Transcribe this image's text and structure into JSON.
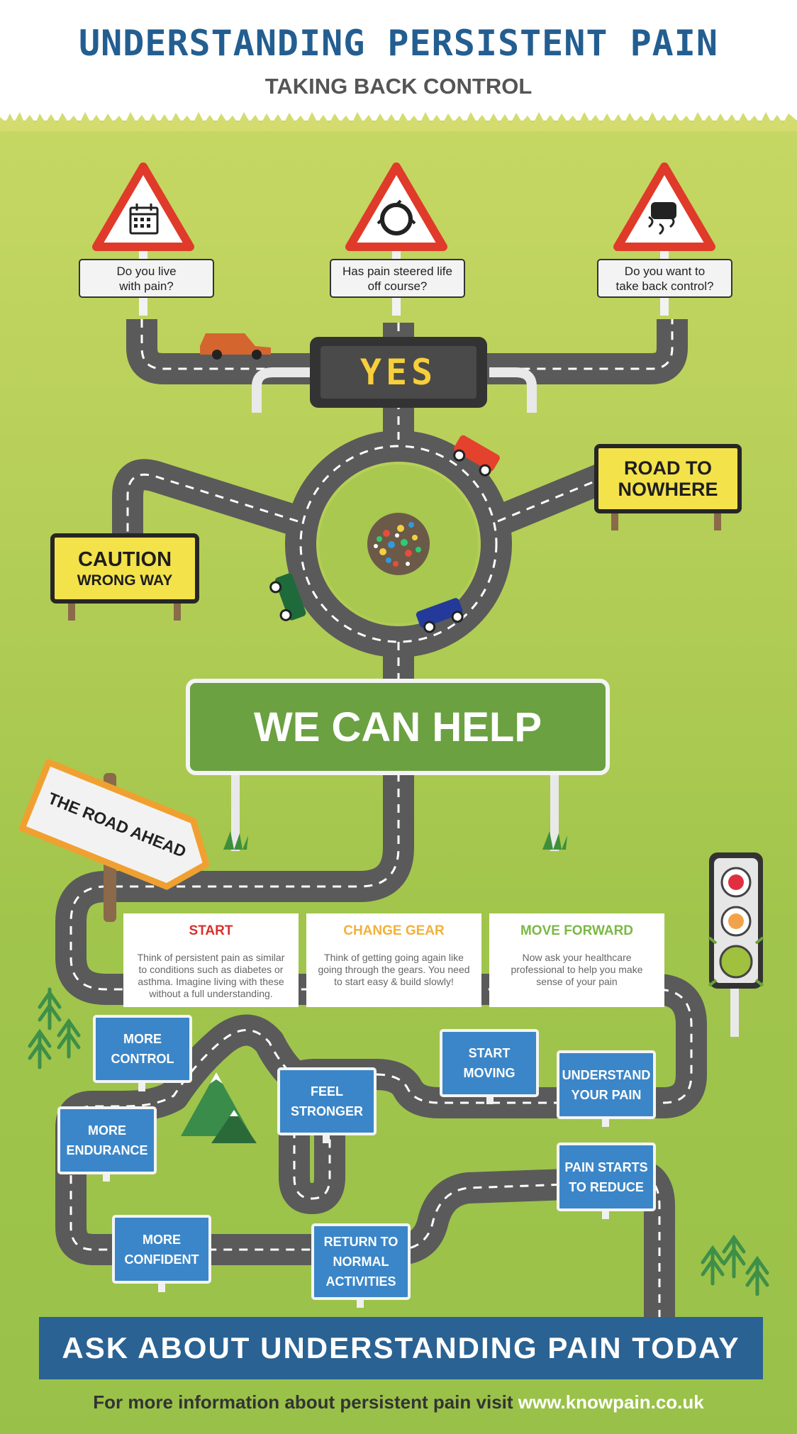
{
  "header": {
    "title": "UNDERSTANDING PERSISTENT PAIN",
    "subtitle": "TAKING BACK CONTROL"
  },
  "warning_signs": [
    {
      "icon": "calendar-icon",
      "line1": "Do you live",
      "line2": "with pain?"
    },
    {
      "icon": "roundabout-icon",
      "line1": "Has pain steered life",
      "line2": "off course?"
    },
    {
      "icon": "slippery-road-icon",
      "line1": "Do you want to",
      "line2": "take back control?"
    }
  ],
  "yes_board": "YES",
  "road_to_nowhere": {
    "line1": "ROAD TO",
    "line2": "NOWHERE"
  },
  "caution": {
    "line1": "CAUTION",
    "line2": "WRONG WAY"
  },
  "help_sign": "WE CAN HELP",
  "road_ahead": "THE ROAD AHEAD",
  "cards": [
    {
      "title": "START",
      "color": "#d9302b",
      "text": "Think of persistent pain as similar to conditions such as diabetes or asthma. Imagine living with these without a full understanding."
    },
    {
      "title": "CHANGE GEAR",
      "color": "#f2b13a",
      "text": "Think of getting going again like going through the gears. You need to start easy & build slowly!"
    },
    {
      "title": "MOVE FORWARD",
      "color": "#7ab944",
      "text": "Now ask your healthcare professional to help you make sense of your pain"
    }
  ],
  "steps": {
    "understand": {
      "line1": "UNDERSTAND",
      "line2": "YOUR PAIN"
    },
    "start_moving": {
      "line1": "START",
      "line2": "MOVING"
    },
    "feel_stronger": {
      "line1": "FEEL",
      "line2": "STRONGER"
    },
    "more_control": {
      "line1": "MORE",
      "line2": "CONTROL"
    },
    "more_endurance": {
      "line1": "MORE",
      "line2": "ENDURANCE"
    },
    "more_confident": {
      "line1": "MORE",
      "line2": "CONFIDENT"
    },
    "return_normal": {
      "line1": "RETURN TO",
      "line2": "NORMAL",
      "line3": "ACTIVITIES"
    },
    "pain_reduce": {
      "line1": "PAIN STARTS",
      "line2": "TO REDUCE"
    }
  },
  "cta": "ASK ABOUT UNDERSTANDING PAIN TODAY",
  "footer": {
    "text": "For more information about persistent pain visit",
    "url": "www.knowpain.co.uk"
  },
  "colors": {
    "road": "#5a5a5a",
    "header_blue": "#235e91",
    "sign_blue": "#3b86c8",
    "help_green": "#6ba141",
    "sign_yellow": "#f3e24a",
    "warning_red": "#e03a2a"
  }
}
